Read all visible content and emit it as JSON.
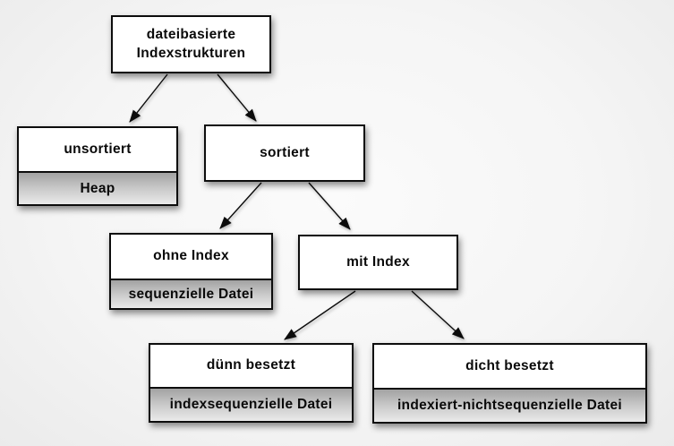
{
  "diagram": {
    "type": "tree",
    "language": "de",
    "colors": {
      "background": "#f3f3f3",
      "box_fill": "#ffffff",
      "box_border": "#0d0d0d",
      "sublabel_gradient_top": "#a2a2a2",
      "sublabel_gradient_bottom": "#eaeaea",
      "arrow": "#0b0b0b",
      "text": "#0a0a0a"
    }
  },
  "nodes": [
    {
      "id": "root",
      "label": "dateibasierte Indexstrukturen"
    },
    {
      "id": "unsortiert",
      "label": "unsortiert",
      "sublabel": "Heap"
    },
    {
      "id": "sortiert",
      "label": "sortiert"
    },
    {
      "id": "ohne-index",
      "label": "ohne Index",
      "sublabel": "sequenzielle Datei"
    },
    {
      "id": "mit-index",
      "label": "mit Index"
    },
    {
      "id": "duenn-besetzt",
      "label": "dünn besetzt",
      "sublabel": "indexsequenzielle Datei"
    },
    {
      "id": "dicht-besetzt",
      "label": "dicht besetzt",
      "sublabel": "indexiert-nichtsequenzielle Datei"
    }
  ],
  "edges": [
    {
      "from": "root",
      "to": "unsortiert"
    },
    {
      "from": "root",
      "to": "sortiert"
    },
    {
      "from": "sortiert",
      "to": "ohne-index"
    },
    {
      "from": "sortiert",
      "to": "mit-index"
    },
    {
      "from": "mit-index",
      "to": "duenn-besetzt"
    },
    {
      "from": "mit-index",
      "to": "dicht-besetzt"
    }
  ]
}
